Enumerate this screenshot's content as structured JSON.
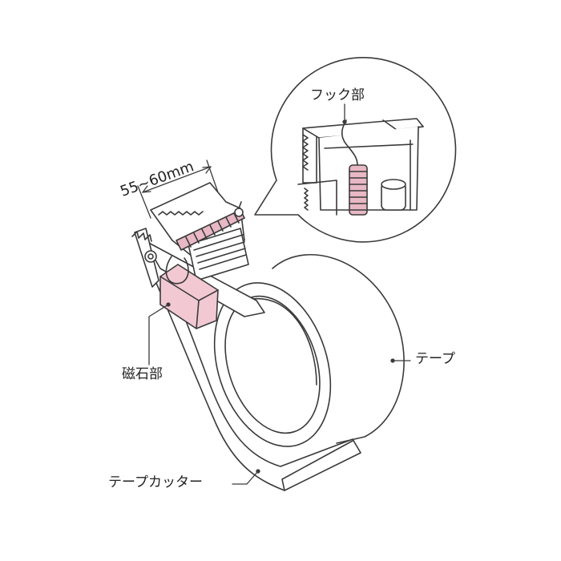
{
  "labels": {
    "hook": "フック部",
    "magnet": "磁石部",
    "tape": "テープ",
    "cutter": "テープカッター",
    "dimension": "55~60mm"
  },
  "colors": {
    "outline": "#3a3a3a",
    "magnet_fill": "#f2c9d3",
    "spring_fill": "#e8b8c4",
    "background": "#ffffff"
  }
}
